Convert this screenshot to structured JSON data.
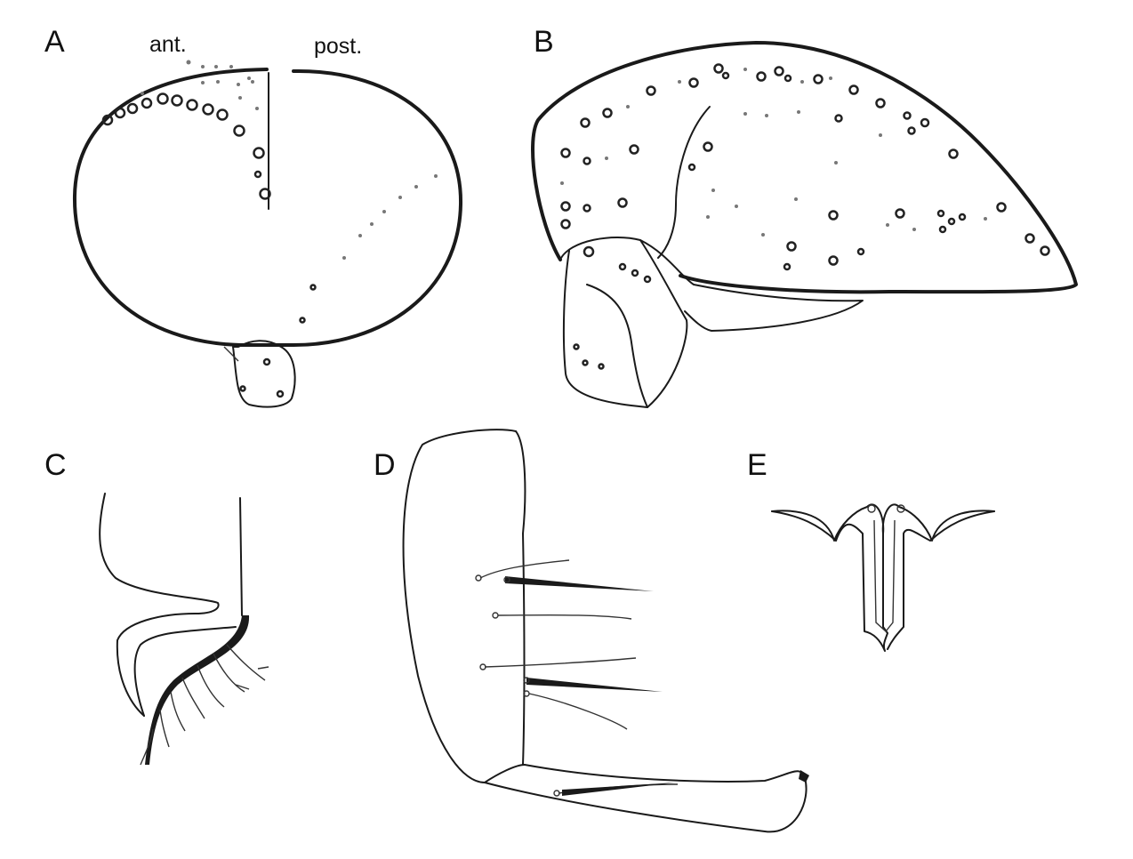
{
  "panels": [
    {
      "label": "A"
    },
    {
      "label": "B"
    },
    {
      "label": "C"
    },
    {
      "label": "D"
    },
    {
      "label": "E"
    }
  ],
  "annotations": {
    "anterior": "ant.",
    "posterior": "post."
  }
}
